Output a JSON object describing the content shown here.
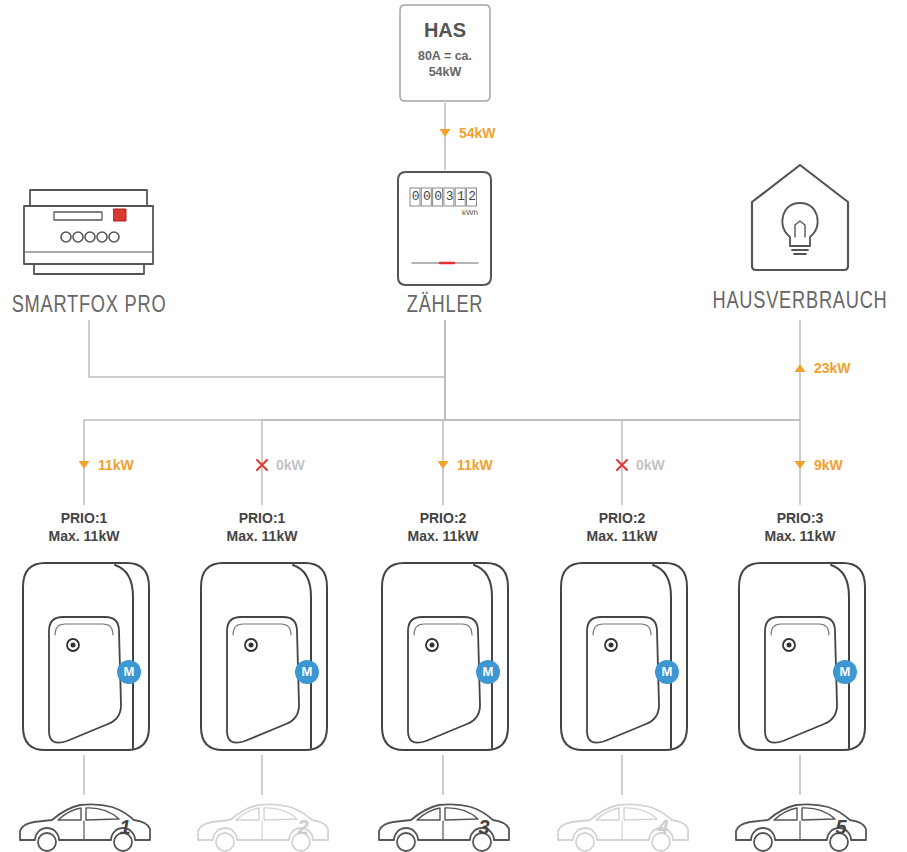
{
  "diagram": {
    "nodes": [
      {
        "text": [
          "HAS",
          "80A = ca. 54kW"
        ]
      },
      {
        "text": [
          "SMARTFOX PRO"
        ]
      },
      {
        "text": [
          "000312",
          "kWh",
          "ZÄHLER"
        ]
      },
      {
        "text": [
          "HAUSVERBRAUCH"
        ]
      },
      {
        "text": [
          "PRIO:1 Max. 11kW"
        ]
      },
      {
        "text": [
          "M"
        ],
        "in": 4
      },
      {
        "text": [
          "PRIO:1 Max. 11kW"
        ]
      },
      {
        "text": [
          "M"
        ],
        "in": 6
      },
      {
        "text": [
          "PRIO:2 Max. 11kW"
        ]
      },
      {
        "text": [
          "M"
        ],
        "in": 8
      },
      {
        "text": [
          "PRIO:2 Max. 11kW"
        ]
      },
      {
        "text": [
          "M"
        ],
        "in": 10
      },
      {
        "text": [
          "PRIO:3 Max. 11kW"
        ]
      },
      {
        "text": [
          "M"
        ],
        "in": 12
      },
      {
        "text": [
          "1"
        ]
      },
      {
        "text": [
          "2"
        ]
      },
      {
        "text": [
          "3"
        ]
      },
      {
        "text": [
          "4"
        ]
      },
      {
        "text": [
          "5"
        ]
      }
    ],
    "edges": [
      {
        "from": 0,
        "to": 2,
        "label": "54kW",
        "arrow": "to"
      },
      {
        "from": 1,
        "to": 2,
        "arrow": "none"
      },
      {
        "from": 2,
        "to": 4,
        "label": "11kW",
        "arrow": "to"
      },
      {
        "from": 2,
        "to": 6,
        "label": "0kW",
        "arrow": "none"
      },
      {
        "from": 2,
        "to": 8,
        "label": "11kW",
        "arrow": "to"
      },
      {
        "from": 2,
        "to": 10,
        "label": "0kW",
        "arrow": "none"
      },
      {
        "from": 2,
        "to": 12,
        "label": "9kW",
        "arrow": "to"
      },
      {
        "from": 2,
        "to": 3,
        "label": "23kW",
        "arrow": "to"
      },
      {
        "from": 4,
        "to": 14,
        "arrow": "none"
      },
      {
        "from": 6,
        "to": 15,
        "arrow": "none"
      },
      {
        "from": 8,
        "to": 16,
        "arrow": "none"
      },
      {
        "from": 10,
        "to": 17,
        "arrow": "none"
      },
      {
        "from": 12,
        "to": 18,
        "arrow": "none"
      }
    ]
  }
}
